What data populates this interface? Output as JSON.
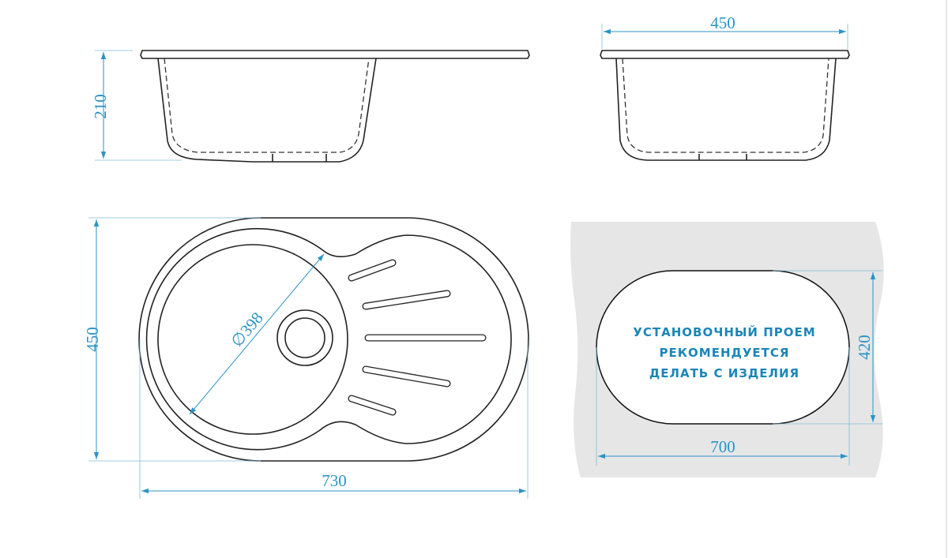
{
  "dimensions": {
    "side_height": "210",
    "side_width": "450",
    "top_depth": "450",
    "top_length": "730",
    "bowl_diameter": "∅398",
    "cutout_width": "700",
    "cutout_depth": "420"
  },
  "cutout_note": {
    "lines": [
      "УСТАНОВОЧНЫЙ ПРОЕМ",
      "РЕКОМЕНДУЕТСЯ",
      "ДЕЛАТЬ С ИЗДЕЛИЯ"
    ]
  },
  "colors": {
    "dimension": "#2c93c3",
    "countertop": "#e6e6e6",
    "outline": "#222222"
  }
}
